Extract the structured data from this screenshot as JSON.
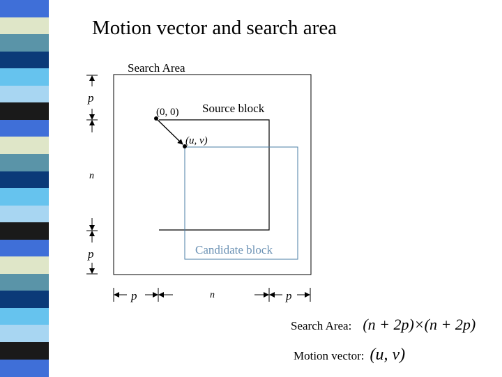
{
  "slide": {
    "title": "Motion vector and search area"
  },
  "decor": {
    "strip_colors": [
      "#3f6fd8",
      "#dfe6c8",
      "#5a94a8",
      "#0b3a78",
      "#66c3ee",
      "#a8d6f2",
      "#1a1a1a",
      "#3f6fd8",
      "#dfe6c8",
      "#5a94a8",
      "#0b3a78",
      "#66c3ee",
      "#a8d6f2",
      "#1a1a1a"
    ]
  },
  "diagram": {
    "search_area_label": "Search Area",
    "source_block_label": "Source block",
    "candidate_block_label": "Candidate block",
    "origin_label": "(0, 0)",
    "vector_end_label": "(u, v)",
    "dim_p": "p",
    "dim_n": "n"
  },
  "formulas": {
    "search_area_prefix": "Search Area:",
    "search_area_expr": "(n + 2p)×(n + 2p)",
    "motion_vector_prefix": "Motion vector:",
    "motion_vector_expr": "(u, v)"
  }
}
